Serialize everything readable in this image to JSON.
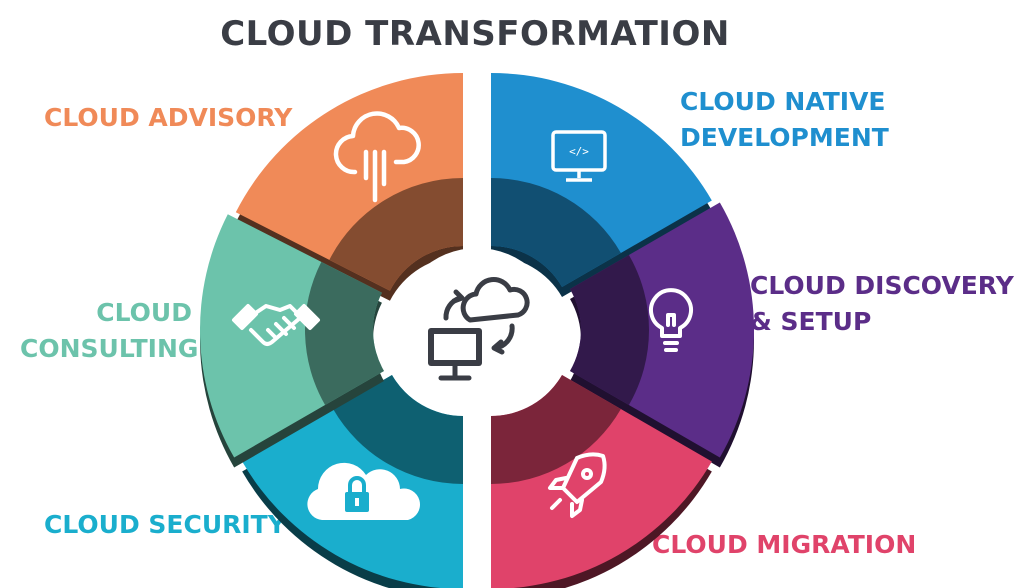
{
  "title": "CLOUD TRANSFORMATION",
  "segments": [
    {
      "id": "advisory",
      "lines": [
        "CLOUD ADVISORY"
      ],
      "color": "#f08a58",
      "icon": "cloud-rain-icon"
    },
    {
      "id": "native",
      "lines": [
        "CLOUD NATIVE",
        "DEVELOPMENT"
      ],
      "color": "#1f8fcf",
      "icon": "code-monitor-icon"
    },
    {
      "id": "discovery",
      "lines": [
        "CLOUD DISCOVERY",
        "& SETUP"
      ],
      "color": "#5b2d88",
      "icon": "lightbulb-icon"
    },
    {
      "id": "migration",
      "lines": [
        "CLOUD MIGRATION"
      ],
      "color": "#e0436a",
      "icon": "rocket-icon"
    },
    {
      "id": "security",
      "lines": [
        "CLOUD SECURITY"
      ],
      "color": "#1aaecd",
      "icon": "cloud-lock-icon"
    },
    {
      "id": "consulting",
      "lines": [
        "CLOUD",
        "CONSULTING"
      ],
      "color": "#6cc3ab",
      "icon": "handshake-icon"
    }
  ],
  "center_icon": "cloud-computer-sync-icon"
}
